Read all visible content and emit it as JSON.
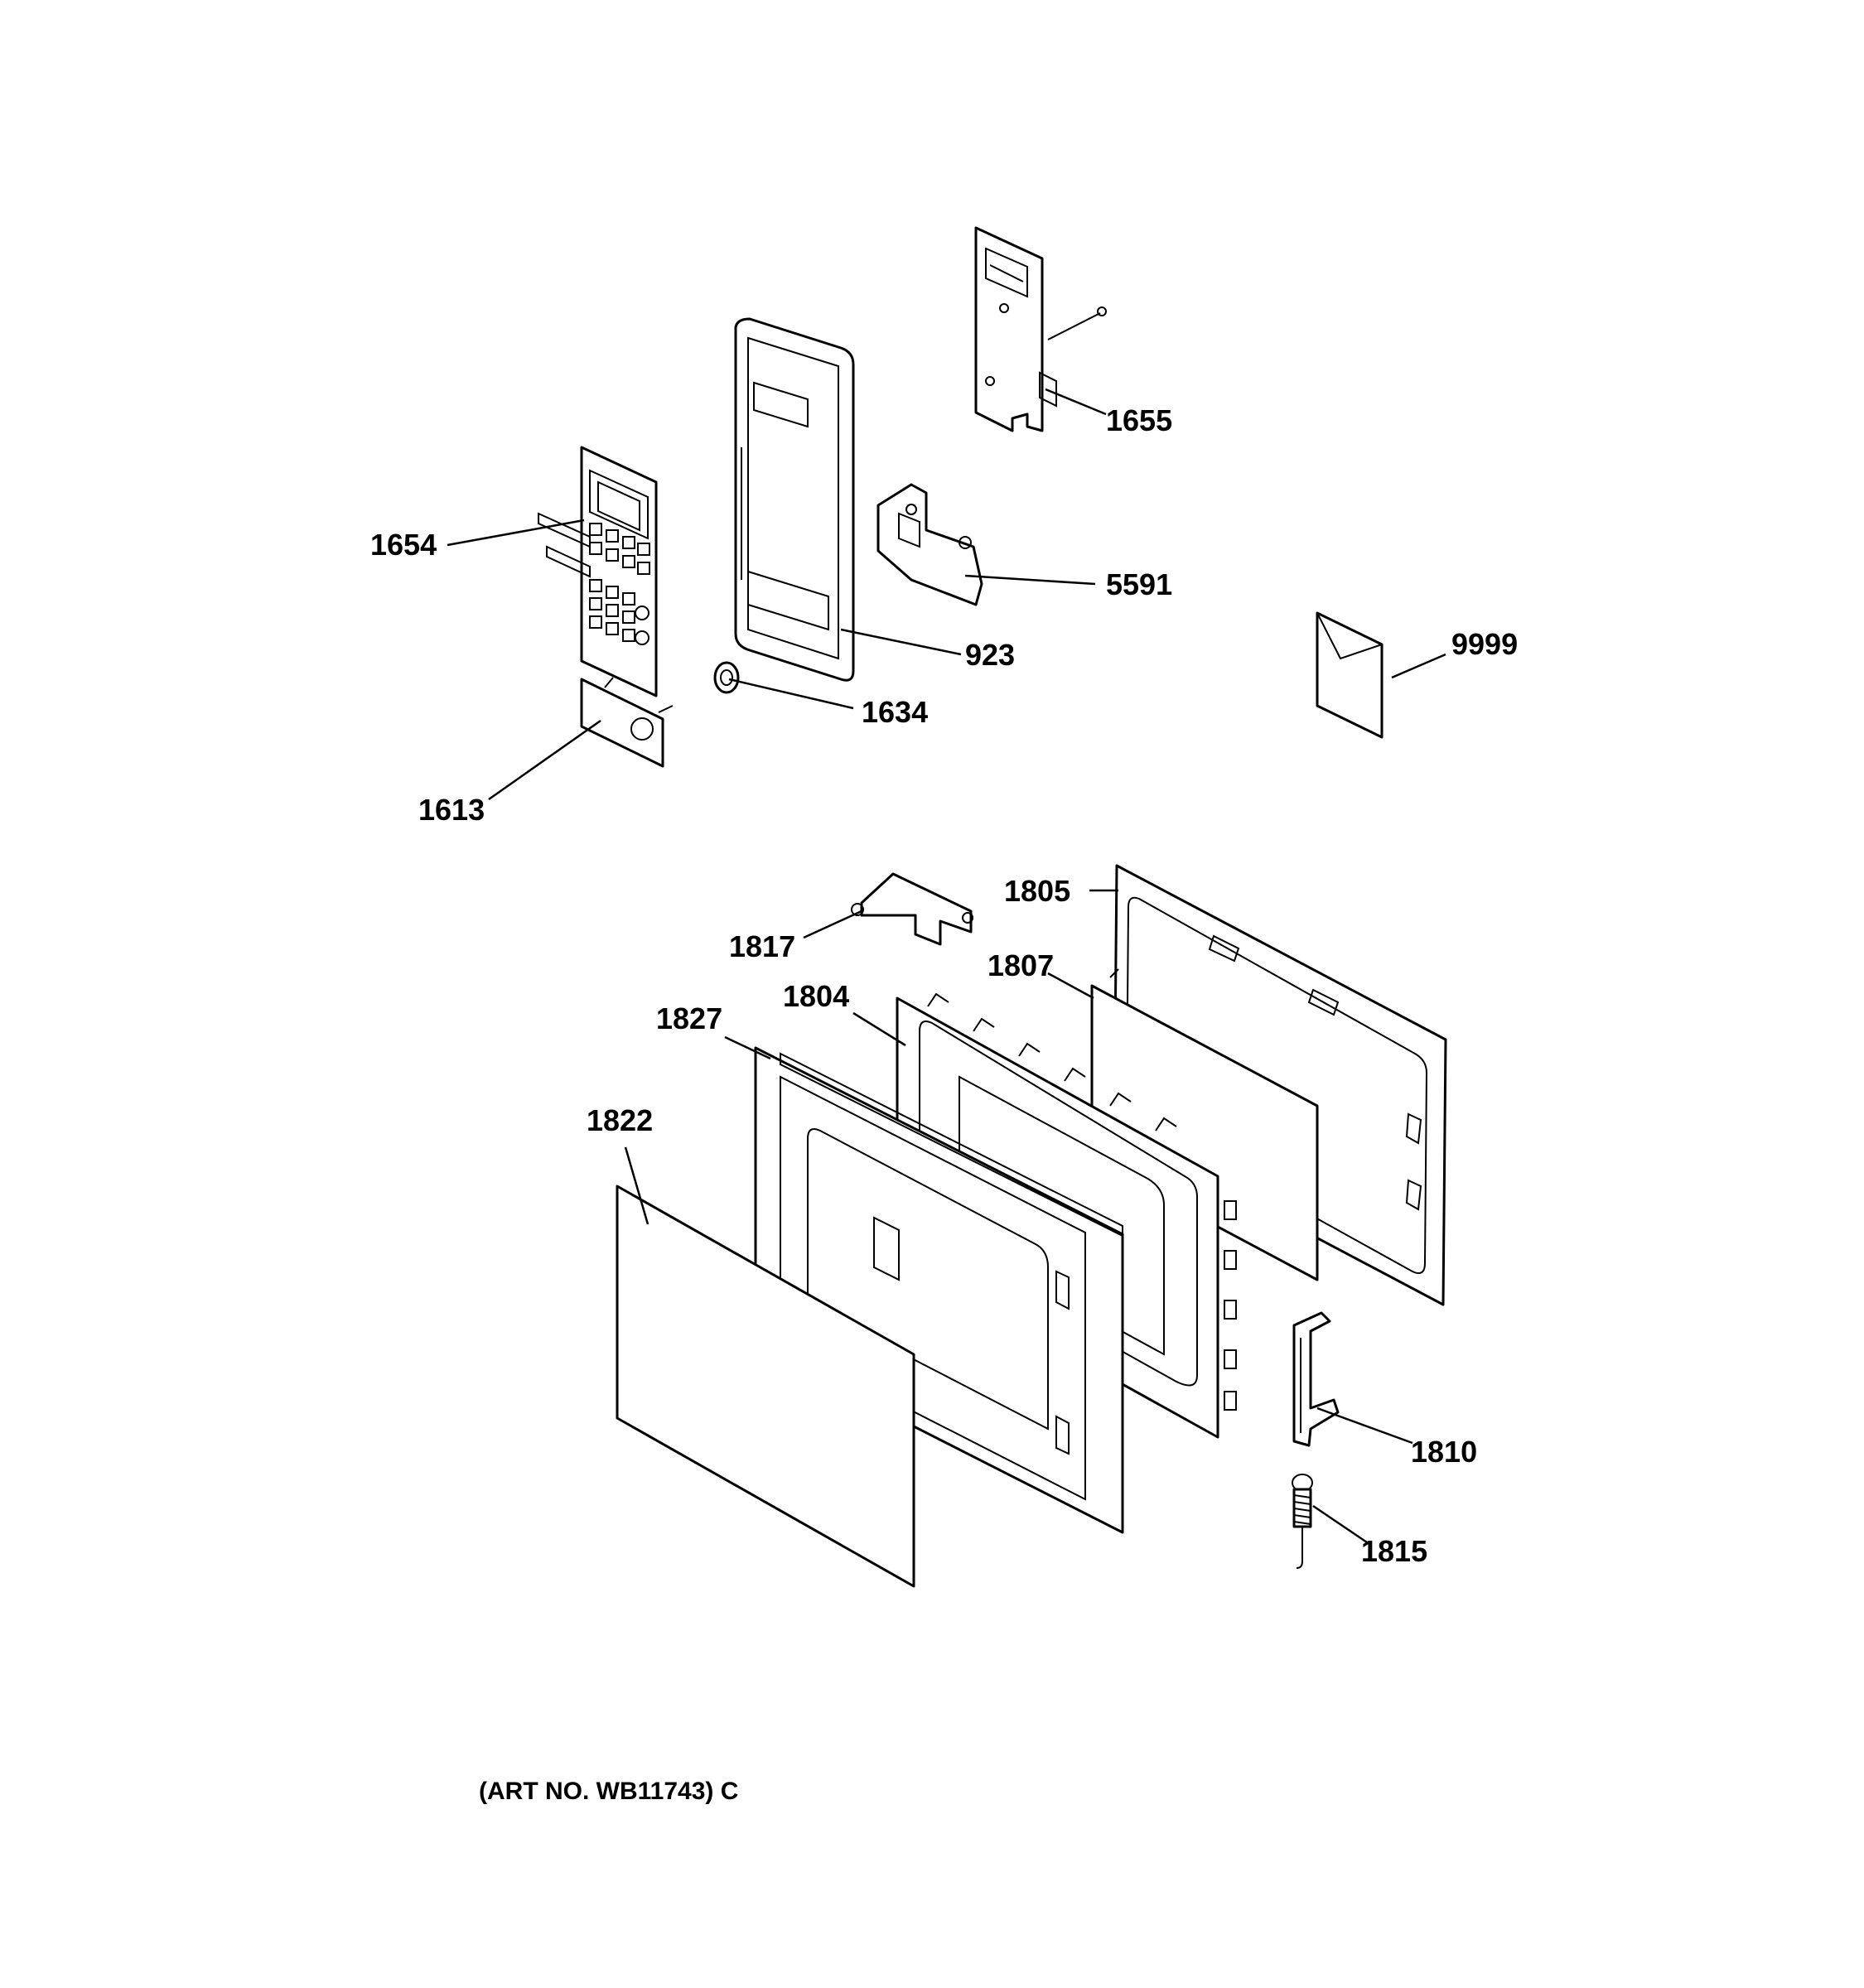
{
  "parts": {
    "p1655": "1655",
    "p1654": "1654",
    "p5591": "5591",
    "p923": "923",
    "p9999": "9999",
    "p1634": "1634",
    "p1613": "1613",
    "p1805": "1805",
    "p1817": "1817",
    "p1807": "1807",
    "p1804": "1804",
    "p1827": "1827",
    "p1822": "1822",
    "p1810": "1810",
    "p1815": "1815"
  },
  "footer": {
    "art_number": "(ART NO. WB11743) C"
  }
}
